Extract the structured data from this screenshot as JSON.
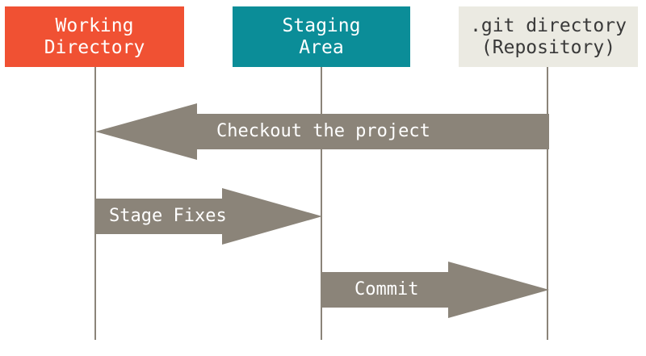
{
  "columns": [
    {
      "lines": [
        "Working",
        "Directory"
      ],
      "fill": "#f05133",
      "text_color": "#ffffff"
    },
    {
      "lines": [
        "Staging",
        "Area"
      ],
      "fill": "#0b8d98",
      "text_color": "#ffffff"
    },
    {
      "lines": [
        ".git directory",
        "(Repository)"
      ],
      "fill": "#ebeae2",
      "text_color": "#393939"
    }
  ],
  "arrows": [
    {
      "label": "Checkout the project",
      "from": ".git directory",
      "to": "Working Directory"
    },
    {
      "label": "Stage Fixes",
      "from": "Working Directory",
      "to": "Staging Area"
    },
    {
      "label": "Commit",
      "from": "Staging Area",
      "to": ".git directory"
    }
  ],
  "colors": {
    "arrow_fill": "#8b8479",
    "lifeline": "#8b8479",
    "arrow_text": "#ffffff"
  }
}
